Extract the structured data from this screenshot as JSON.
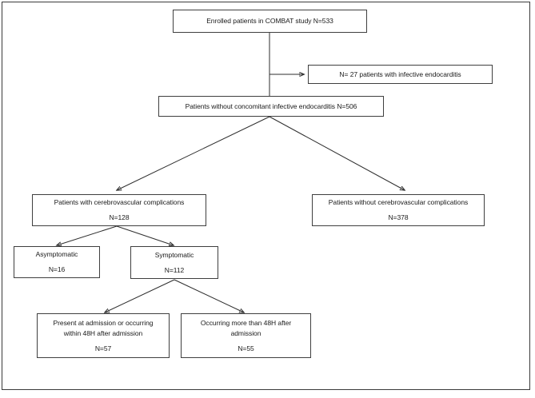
{
  "figure": {
    "type": "flowchart",
    "title": "COMBAT study patient flow diagram",
    "orientation": "top-down",
    "frame_color": "#3a3a3a",
    "box_border_color": "#3f3f3f",
    "text_color": "#1a1a1a",
    "arrow_color": "#2e2e2e"
  },
  "nodes": {
    "enrolled": {
      "label": "Enrolled patients in COMBAT study N=533",
      "count": 533
    },
    "endocarditis": {
      "label": "N= 27 patients with infective endocarditis",
      "count": 27
    },
    "without_endocarditis": {
      "label": "Patients without concomitant infective endocarditis N=506",
      "count": 506
    },
    "with_cvc": {
      "label": "Patients with cerebrovascular complications",
      "count_label": "N=128",
      "count": 128
    },
    "without_cvc": {
      "label": "Patients without cerebrovascular complications",
      "count_label": "N=378",
      "count": 378
    },
    "asymptomatic": {
      "label": "Asymptomatic",
      "count_label": "N=16",
      "count": 16
    },
    "symptomatic": {
      "label": "Symptomatic",
      "count_label": "N=112",
      "count": 112
    },
    "early": {
      "label_line1": "Present at admission or occurring",
      "label_line2": "within 48H after admission",
      "count_label": "N=57",
      "count": 57
    },
    "late": {
      "label_line1": "Occurring more than 48H after",
      "label_line2": "admission",
      "count_label": "N=55",
      "count": 55
    }
  },
  "edges": [
    {
      "from": "enrolled",
      "to": "endocarditis",
      "style": "elbow-right"
    },
    {
      "from": "enrolled",
      "to": "without_endocarditis",
      "style": "straight-down"
    },
    {
      "from": "without_endocarditis",
      "to": "with_cvc",
      "style": "diagonal-left"
    },
    {
      "from": "without_endocarditis",
      "to": "without_cvc",
      "style": "diagonal-right"
    },
    {
      "from": "with_cvc",
      "to": "asymptomatic",
      "style": "diagonal-left"
    },
    {
      "from": "with_cvc",
      "to": "symptomatic",
      "style": "diagonal-right"
    },
    {
      "from": "symptomatic",
      "to": "early",
      "style": "diagonal-left"
    },
    {
      "from": "symptomatic",
      "to": "late",
      "style": "diagonal-right"
    }
  ]
}
